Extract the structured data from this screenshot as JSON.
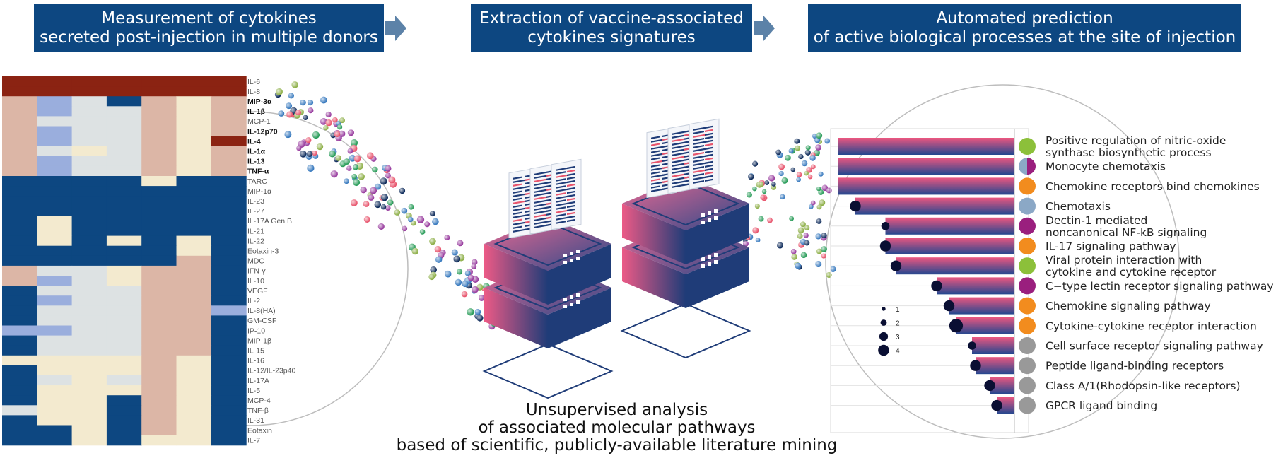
{
  "banners": [
    {
      "lines": [
        "Measurement of cytokines",
        "secreted post-injection in multiple donors"
      ]
    },
    {
      "lines": [
        "Extraction of vaccine-associated",
        "cytokines signatures"
      ]
    },
    {
      "lines": [
        "Automated prediction",
        "of active biological processes at the site of injection"
      ]
    }
  ],
  "caption": {
    "lines": [
      "Unsupervised analysis",
      "of associated molecular pathways",
      "based of scientific, publicly-available literature mining"
    ]
  },
  "colors": {
    "banner": "#0d4781",
    "heat_high": "#8b2312",
    "heat_low": "#0d4781",
    "bar_top": "#ec5780",
    "bar_bottom": "#23478f"
  },
  "heatmap": {
    "rows": [
      "IL-6",
      "IL-8",
      "MIP-3α",
      "IL-1β",
      "MCP-1",
      "IL-12p70",
      "IL-4",
      "IL-1α",
      "IL-13",
      "TNF-α",
      "TARC",
      "MIP-1α",
      "IL-23",
      "IL-27",
      "IL-17A Gen.B",
      "IL-21",
      "IL-22",
      "Eotaxin-3",
      "MDC",
      "IFN-γ",
      "IL-10",
      "VEGF",
      "IL-2",
      "IL-8(HA)",
      "GM-CSF",
      "IP-10",
      "MIP-1β",
      "IL-15",
      "IL-16",
      "IL-12/IL-23p40",
      "IL-17A",
      "IL-5",
      "MCP-4",
      "TNF-β",
      "IL-31",
      "Eotaxin",
      "IL-7"
    ],
    "bold_rows": [
      "MIP-3α",
      "IL-1β",
      "IL-12p70",
      "IL-4",
      "IL-1α",
      "IL-13",
      "TNF-α"
    ],
    "matrix": [
      [
        "R",
        "R",
        "R",
        "R",
        "R",
        "R",
        "R"
      ],
      [
        "R",
        "R",
        "R",
        "R",
        "R",
        "R",
        "R"
      ],
      [
        "T",
        "P",
        "L",
        "N",
        "T",
        "C",
        "T"
      ],
      [
        "T",
        "P",
        "L",
        "L",
        "T",
        "C",
        "T"
      ],
      [
        "T",
        "L",
        "L",
        "L",
        "T",
        "C",
        "T"
      ],
      [
        "T",
        "P",
        "L",
        "L",
        "T",
        "C",
        "T"
      ],
      [
        "T",
        "P",
        "L",
        "L",
        "T",
        "C",
        "R"
      ],
      [
        "T",
        "L",
        "C",
        "L",
        "T",
        "C",
        "T"
      ],
      [
        "T",
        "P",
        "L",
        "L",
        "T",
        "C",
        "T"
      ],
      [
        "T",
        "P",
        "L",
        "L",
        "T",
        "C",
        "T"
      ],
      [
        "N",
        "N",
        "N",
        "N",
        "C",
        "N",
        "N"
      ],
      [
        "N",
        "N",
        "N",
        "N",
        "N",
        "N",
        "N"
      ],
      [
        "N",
        "N",
        "N",
        "N",
        "N",
        "N",
        "N"
      ],
      [
        "N",
        "N",
        "N",
        "N",
        "N",
        "N",
        "N"
      ],
      [
        "N",
        "C",
        "N",
        "N",
        "N",
        "N",
        "N"
      ],
      [
        "N",
        "C",
        "N",
        "N",
        "N",
        "N",
        "N"
      ],
      [
        "N",
        "C",
        "N",
        "C",
        "N",
        "C",
        "N"
      ],
      [
        "N",
        "N",
        "N",
        "N",
        "N",
        "C",
        "N"
      ],
      [
        "N",
        "N",
        "N",
        "N",
        "N",
        "T",
        "N"
      ],
      [
        "T",
        "L",
        "L",
        "C",
        "T",
        "T",
        "N"
      ],
      [
        "T",
        "P",
        "L",
        "C",
        "T",
        "T",
        "N"
      ],
      [
        "N",
        "L",
        "L",
        "L",
        "T",
        "T",
        "N"
      ],
      [
        "N",
        "P",
        "L",
        "L",
        "T",
        "T",
        "N"
      ],
      [
        "N",
        "L",
        "L",
        "L",
        "T",
        "T",
        "P"
      ],
      [
        "N",
        "L",
        "L",
        "L",
        "T",
        "T",
        "N"
      ],
      [
        "P",
        "P",
        "L",
        "L",
        "T",
        "T",
        "N"
      ],
      [
        "N",
        "L",
        "L",
        "L",
        "T",
        "T",
        "N"
      ],
      [
        "N",
        "L",
        "L",
        "L",
        "T",
        "T",
        "N"
      ],
      [
        "C",
        "C",
        "C",
        "C",
        "T",
        "C",
        "N"
      ],
      [
        "N",
        "C",
        "C",
        "C",
        "T",
        "C",
        "N"
      ],
      [
        "N",
        "L",
        "C",
        "L",
        "T",
        "C",
        "N"
      ],
      [
        "N",
        "C",
        "C",
        "C",
        "T",
        "C",
        "N"
      ],
      [
        "N",
        "C",
        "C",
        "N",
        "T",
        "C",
        "N"
      ],
      [
        "L",
        "C",
        "C",
        "N",
        "T",
        "C",
        "N"
      ],
      [
        "N",
        "C",
        "C",
        "N",
        "T",
        "C",
        "N"
      ],
      [
        "N",
        "N",
        "C",
        "N",
        "T",
        "C",
        "N"
      ],
      [
        "N",
        "N",
        "C",
        "N",
        "C",
        "C",
        "N"
      ]
    ]
  },
  "pathways": {
    "items": [
      {
        "label": [
          "Positive regulation of nitric-oxide",
          "synthase biosynthetic process"
        ],
        "value": 1.0,
        "dot": 0,
        "circle": [
          "#8cc03a"
        ]
      },
      {
        "label": [
          "Monocyte chemotaxis"
        ],
        "value": 1.0,
        "dot": 0,
        "circle": [
          "#8ba8c6",
          "#9a1f7e"
        ]
      },
      {
        "label": [
          "Chemokine receptors bind chemokines"
        ],
        "value": 1.0,
        "dot": 0,
        "circle": [
          "#f28c1e"
        ]
      },
      {
        "label": [
          "Chemotaxis"
        ],
        "value": 0.9,
        "dot": 3,
        "circle": [
          "#8ba8c6"
        ]
      },
      {
        "label": [
          "Dectin-1 mediated",
          "noncanonical NF-kB signaling"
        ],
        "value": 0.73,
        "dot": 2,
        "circle": [
          "#9a1f7e"
        ]
      },
      {
        "label": [
          "IL-17 signaling pathway"
        ],
        "value": 0.73,
        "dot": 3,
        "circle": [
          "#f28c1e"
        ]
      },
      {
        "label": [
          "Viral protein interaction with",
          "cytokine and cytokine receptor"
        ],
        "value": 0.67,
        "dot": 3,
        "circle": [
          "#8cc03a"
        ]
      },
      {
        "label": [
          "C−type lectin receptor signaling pathway"
        ],
        "value": 0.44,
        "dot": 3,
        "circle": [
          "#9a1f7e"
        ]
      },
      {
        "label": [
          "Chemokine signaling pathway"
        ],
        "value": 0.37,
        "dot": 3,
        "circle": [
          "#f28c1e"
        ]
      },
      {
        "label": [
          "Cytokine-cytokine receptor interaction"
        ],
        "value": 0.33,
        "dot": 4,
        "circle": [
          "#f28c1e"
        ]
      },
      {
        "label": [
          "Cell surface receptor signaling pathway"
        ],
        "value": 0.24,
        "dot": 2,
        "circle": [
          "#999999"
        ]
      },
      {
        "label": [
          "Peptide ligand-binding receptors"
        ],
        "value": 0.22,
        "dot": 3,
        "circle": [
          "#999999"
        ]
      },
      {
        "label": [
          "Class A/1(Rhodopsin-like receptors)"
        ],
        "value": 0.14,
        "dot": 3,
        "circle": [
          "#999999"
        ]
      },
      {
        "label": [
          "GPCR ligand binding"
        ],
        "value": 0.1,
        "dot": 3,
        "circle": [
          "#999999"
        ]
      }
    ],
    "size_legend": [
      "1",
      "2",
      "3",
      "4"
    ]
  }
}
